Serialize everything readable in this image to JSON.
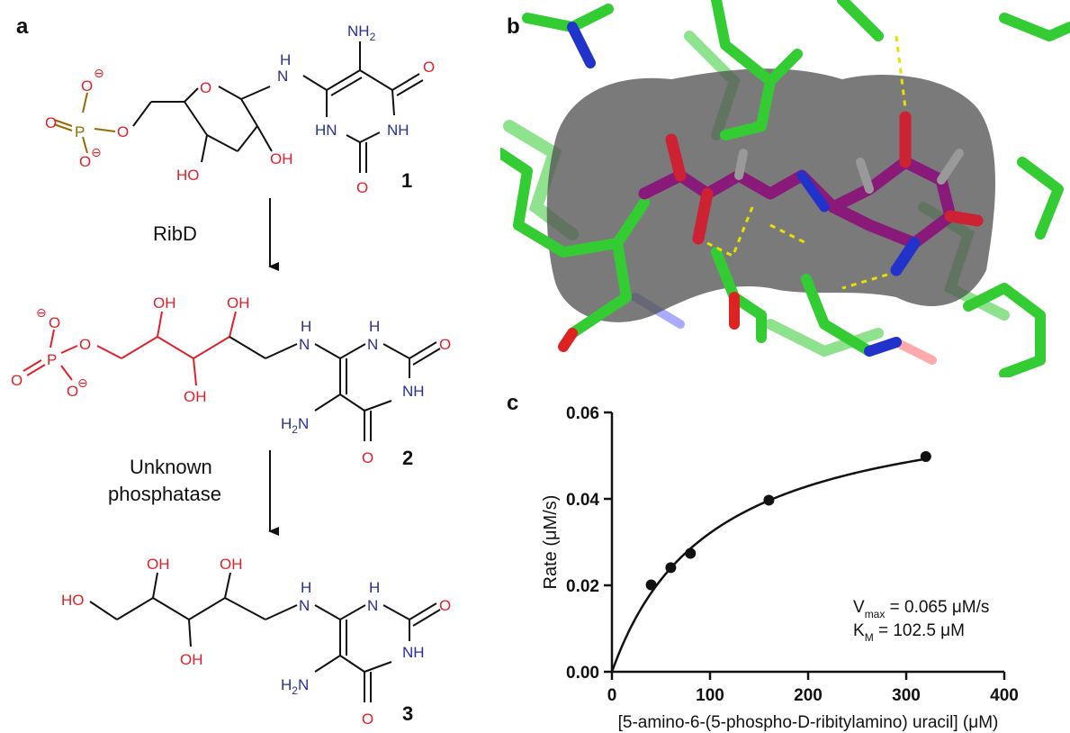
{
  "panels": {
    "a": "a",
    "b": "b",
    "c": "c"
  },
  "panel_a": {
    "step1_enzyme": "RibD",
    "step2_enzyme_line1": "Unknown",
    "step2_enzyme_line2": "phosphatase",
    "compounds": [
      "1",
      "2",
      "3"
    ],
    "atoms": {
      "o": "O",
      "p": "P",
      "n": "N",
      "h": "H",
      "nh": "NH",
      "hn": "HN",
      "oh": "OH",
      "ho": "HO",
      "nh2_n": "NH",
      "nh2_sub": "2",
      "h2n_h": "H",
      "h2n_sub": "2",
      "h2n_n": "N",
      "minus": "⊖"
    }
  },
  "chart_data": {
    "type": "scatter",
    "title": "",
    "xlabel": "[5-amino-6-(5-phospho-D-ribitylamino) uracil] (μM)",
    "ylabel": "Rate (μM/s)",
    "xlim": [
      0,
      400
    ],
    "ylim": [
      0,
      0.06
    ],
    "x_ticks": [
      0,
      100,
      200,
      300,
      400
    ],
    "y_ticks": [
      0.0,
      0.02,
      0.04,
      0.06
    ],
    "x_tick_labels": [
      "0",
      "100",
      "200",
      "300",
      "400"
    ],
    "y_tick_labels": [
      "0.00",
      "0.02",
      "0.04",
      "0.06"
    ],
    "points": {
      "x": [
        40,
        60,
        80,
        160,
        320
      ],
      "y": [
        0.0201,
        0.0241,
        0.0274,
        0.0397,
        0.0498
      ]
    },
    "fit": {
      "model": "Michaelis-Menten",
      "vmax": 0.065,
      "km": 102.5
    },
    "annotation": {
      "vmax_v": "V",
      "vmax_sub": "max",
      "vmax_text": " = 0.065 μM/s",
      "km_k": "K",
      "km_sub": "M",
      "km_text": " = 102.5 μM"
    },
    "grid": false,
    "legend": "none"
  }
}
